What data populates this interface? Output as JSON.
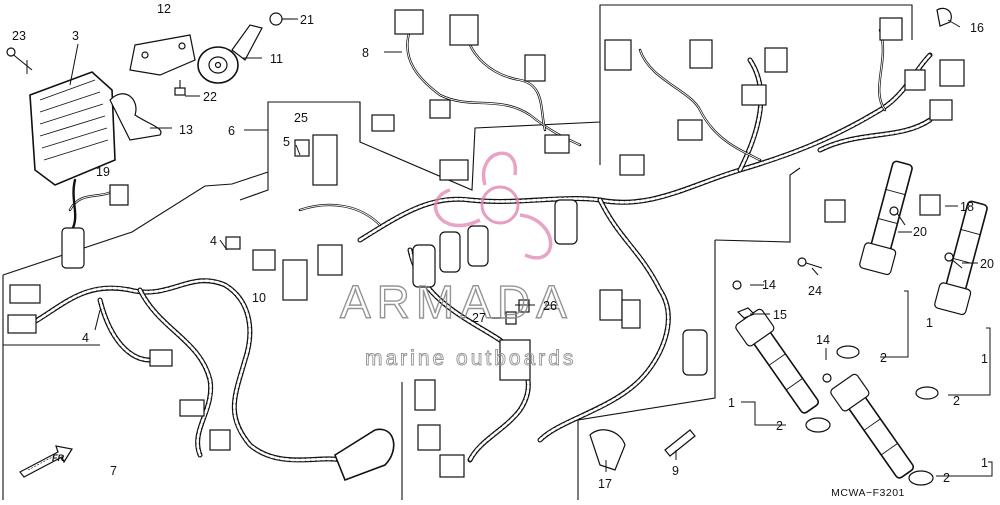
{
  "diagram": {
    "drawing_code": "MCWA−F3201",
    "direction_label": "FR.",
    "watermark": {
      "title": "ARMADA",
      "subtitle": "marine outboards"
    },
    "callouts": [
      "1",
      "1",
      "1",
      "1",
      "2",
      "2",
      "2",
      "2",
      "3",
      "4",
      "4",
      "5",
      "6",
      "7",
      "8",
      "9",
      "10",
      "11",
      "12",
      "13",
      "14",
      "14",
      "15",
      "16",
      "17",
      "18",
      "19",
      "20",
      "20",
      "21",
      "22",
      "23",
      "24",
      "25",
      "26",
      "27"
    ],
    "colors": {
      "line": "#111111",
      "background": "#ffffff",
      "watermark_gray": "#8a8a8a",
      "watermark_logo_pink": "#e07fb0"
    }
  }
}
